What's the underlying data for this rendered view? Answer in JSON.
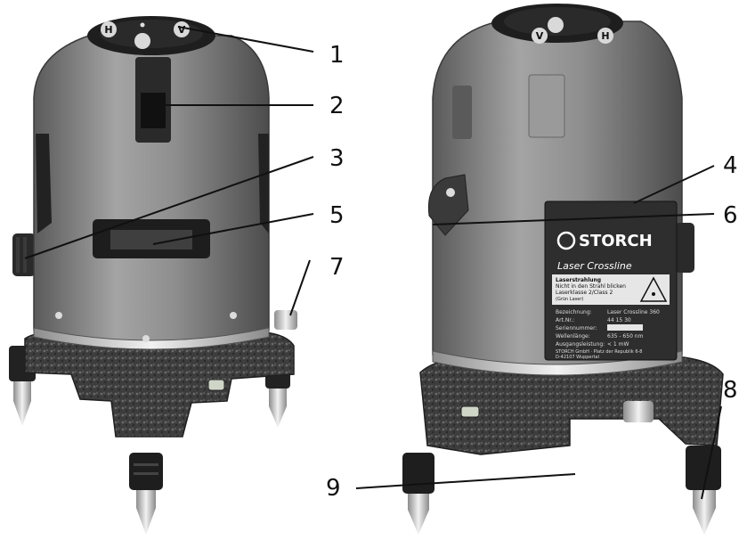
{
  "figure": {
    "description_note": "",
    "callouts": [
      "1",
      "2",
      "3",
      "4",
      "5",
      "6",
      "7",
      "8",
      "9"
    ]
  },
  "top_panel": {
    "button_h": "H",
    "button_v": "V"
  },
  "label_plate": {
    "brand": "STORCH",
    "product": "Laser Crossline",
    "warning_lines": [
      "Laserstrahlung",
      "Nicht in den Strahl blicken",
      "Laserklasse 2/Class 2",
      "(Grün Laser)"
    ],
    "rows": [
      {
        "key": "Bezeichnung:",
        "value": "Laser Crossline 360"
      },
      {
        "key": "Art.Nr.:",
        "value": "44 15 30"
      },
      {
        "key": "Seriennummer:",
        "value": ""
      },
      {
        "key": "Wellenlänge:",
        "value": "635 - 650 nm"
      },
      {
        "key": "Ausgangsleistung:",
        "value": "< 1 mW"
      }
    ],
    "address_lines": [
      "STORCH GmbH · Platz der Republik 6-8",
      "D-42107 Wuppertal"
    ]
  },
  "colors": {
    "body": "#8a8a8a",
    "body_dark": "#4a4a4a",
    "base": "#3b3b3b",
    "label_plate": "#2e2e2e",
    "metal": "#c9c9c9"
  }
}
